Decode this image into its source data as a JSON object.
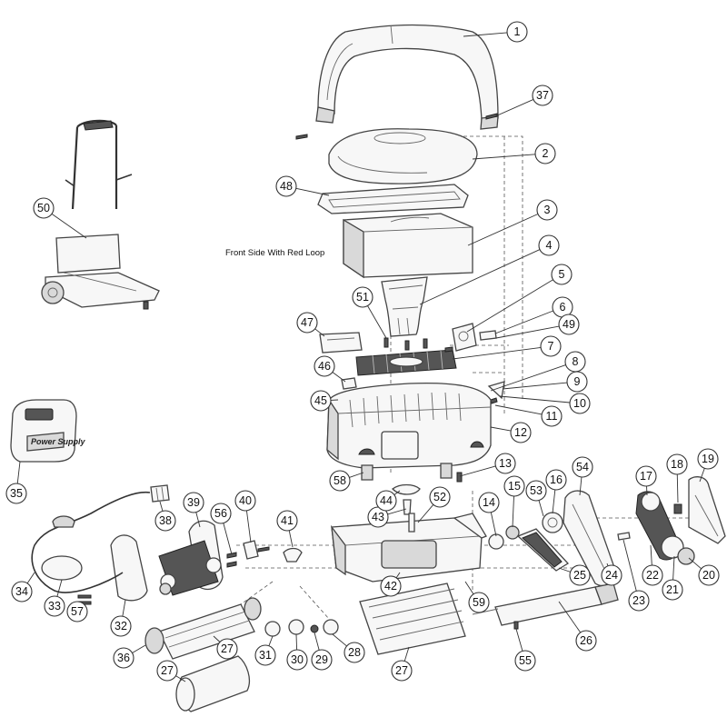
{
  "diagram": {
    "note": "Front Side With Red Loop",
    "power_supply_label": "Power Supply",
    "callouts": [
      {
        "id": "1",
        "label": "1"
      },
      {
        "id": "2",
        "label": "2"
      },
      {
        "id": "3",
        "label": "3"
      },
      {
        "id": "4",
        "label": "4"
      },
      {
        "id": "5",
        "label": "5"
      },
      {
        "id": "6",
        "label": "6"
      },
      {
        "id": "7",
        "label": "7"
      },
      {
        "id": "8",
        "label": "8"
      },
      {
        "id": "9",
        "label": "9"
      },
      {
        "id": "10",
        "label": "10"
      },
      {
        "id": "11",
        "label": "11"
      },
      {
        "id": "12",
        "label": "12"
      },
      {
        "id": "13",
        "label": "13"
      },
      {
        "id": "14",
        "label": "14"
      },
      {
        "id": "15",
        "label": "15"
      },
      {
        "id": "16",
        "label": "16"
      },
      {
        "id": "17",
        "label": "17"
      },
      {
        "id": "18",
        "label": "18"
      },
      {
        "id": "19",
        "label": "19"
      },
      {
        "id": "20",
        "label": "20"
      },
      {
        "id": "21",
        "label": "21"
      },
      {
        "id": "22",
        "label": "22"
      },
      {
        "id": "23",
        "label": "23"
      },
      {
        "id": "24",
        "label": "24"
      },
      {
        "id": "25",
        "label": "25"
      },
      {
        "id": "26",
        "label": "26"
      },
      {
        "id": "27a",
        "label": "27"
      },
      {
        "id": "27b",
        "label": "27"
      },
      {
        "id": "27c",
        "label": "27"
      },
      {
        "id": "28",
        "label": "28"
      },
      {
        "id": "29",
        "label": "29"
      },
      {
        "id": "30",
        "label": "30"
      },
      {
        "id": "31",
        "label": "31"
      },
      {
        "id": "32",
        "label": "32"
      },
      {
        "id": "33",
        "label": "33"
      },
      {
        "id": "34",
        "label": "34"
      },
      {
        "id": "35",
        "label": "35"
      },
      {
        "id": "36",
        "label": "36"
      },
      {
        "id": "37",
        "label": "37"
      },
      {
        "id": "38",
        "label": "38"
      },
      {
        "id": "39",
        "label": "39"
      },
      {
        "id": "40",
        "label": "40"
      },
      {
        "id": "41",
        "label": "41"
      },
      {
        "id": "42",
        "label": "42"
      },
      {
        "id": "43",
        "label": "43"
      },
      {
        "id": "44",
        "label": "44"
      },
      {
        "id": "45",
        "label": "45"
      },
      {
        "id": "46",
        "label": "46"
      },
      {
        "id": "47",
        "label": "47"
      },
      {
        "id": "48",
        "label": "48"
      },
      {
        "id": "49",
        "label": "49"
      },
      {
        "id": "50",
        "label": "50"
      },
      {
        "id": "51",
        "label": "51"
      },
      {
        "id": "52",
        "label": "52"
      },
      {
        "id": "53",
        "label": "53"
      },
      {
        "id": "54",
        "label": "54"
      },
      {
        "id": "55",
        "label": "55"
      },
      {
        "id": "56",
        "label": "56"
      },
      {
        "id": "57",
        "label": "57"
      },
      {
        "id": "58",
        "label": "58"
      },
      {
        "id": "59",
        "label": "59"
      }
    ]
  }
}
